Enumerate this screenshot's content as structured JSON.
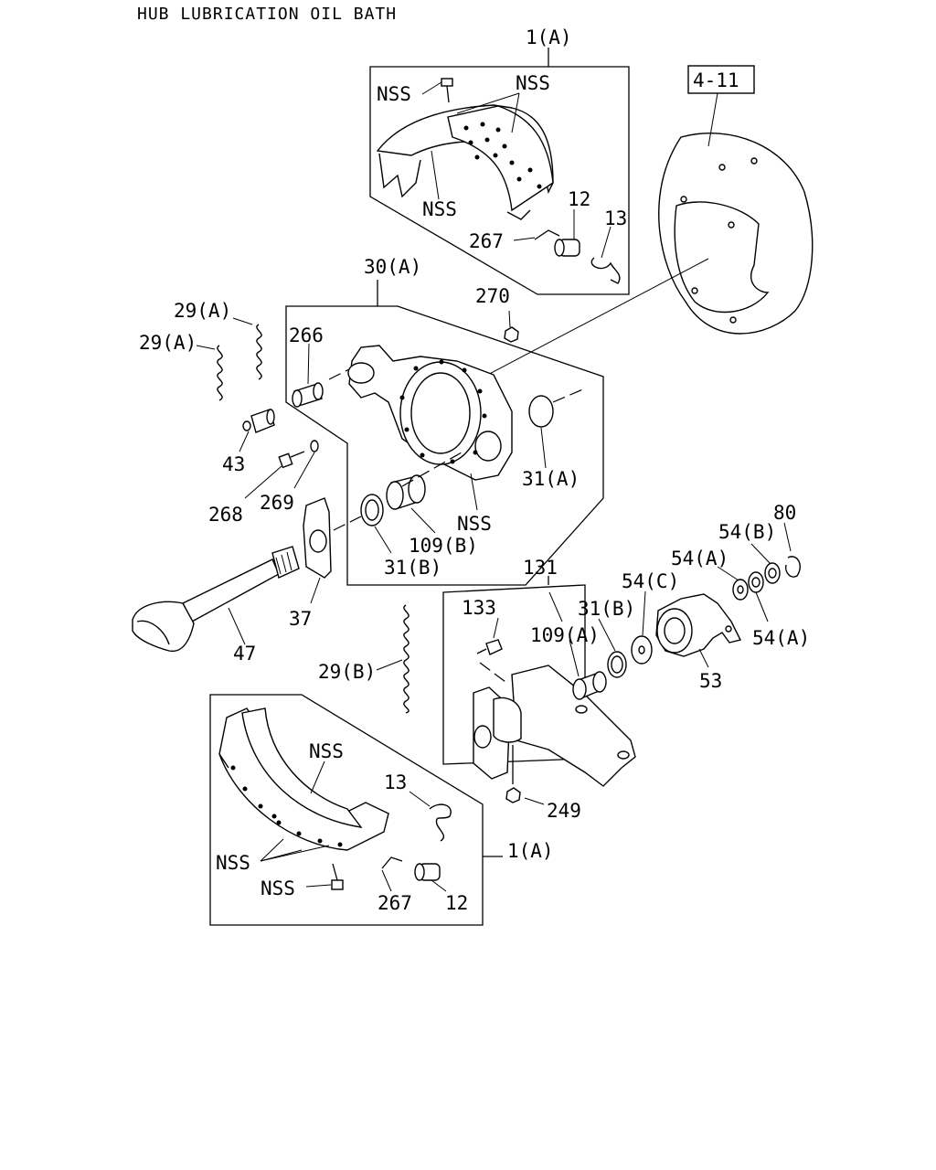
{
  "title": "HUB LUBRICATION OIL BATH",
  "reference_box": "4-11",
  "labels": {
    "l_1a_top": "1(A)",
    "l_nss_bolt_top": "NSS",
    "l_nss_lining_top": "NSS",
    "l_nss_shoe_top": "NSS",
    "l_12_top": "12",
    "l_13_top": "13",
    "l_267_top": "267",
    "l_30a": "30(A)",
    "l_270": "270",
    "l_29a_1": "29(A)",
    "l_29a_2": "29(A)",
    "l_266": "266",
    "l_43": "43",
    "l_268": "268",
    "l_269": "269",
    "l_31a": "31(A)",
    "l_nss_spider": "NSS",
    "l_109b": "109(B)",
    "l_31b_left": "31(B)",
    "l_37": "37",
    "l_47": "47",
    "l_131": "131",
    "l_133": "133",
    "l_31b_right": "31(B)",
    "l_109a": "109(A)",
    "l_54c": "54(C)",
    "l_54a_1": "54(A)",
    "l_54b": "54(B)",
    "l_80": "80",
    "l_54a_2": "54(A)",
    "l_53": "53",
    "l_29b": "29(B)",
    "l_249": "249",
    "l_nss_lining_bottom": "NSS",
    "l_13_bottom": "13",
    "l_nss_group_bottom": "NSS",
    "l_nss_bolt_bottom": "NSS",
    "l_267_bottom": "267",
    "l_12_bottom": "12",
    "l_1a_bottom": "1(A)"
  }
}
